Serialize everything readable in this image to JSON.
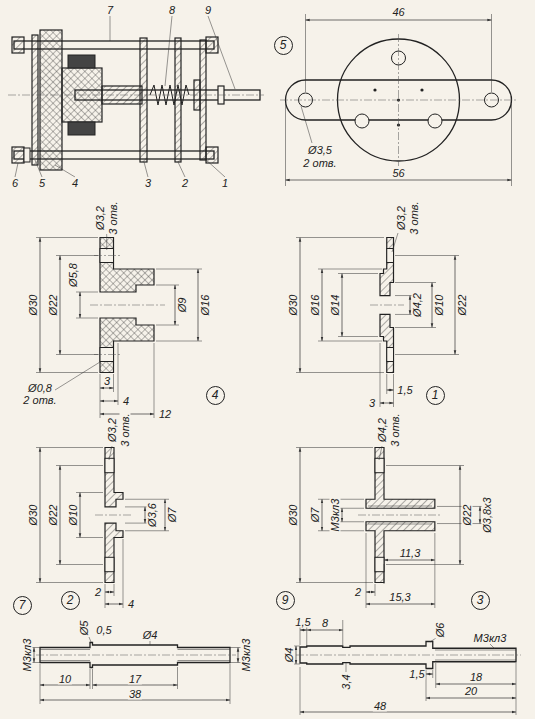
{
  "diagram": {
    "nodes": [
      {
        "text": [
          "5"
        ]
      },
      {
        "text": [
          "4"
        ]
      },
      {
        "text": [
          "1"
        ]
      },
      {
        "text": [
          "2"
        ]
      },
      {
        "text": [
          "3"
        ]
      },
      {
        "text": [
          "7"
        ]
      },
      {
        "text": [
          "9"
        ]
      }
    ],
    "labels": [
      "7",
      "8",
      "9",
      "6",
      "5",
      "4",
      "3",
      "2",
      "1",
      "46",
      "56",
      "Ø3,5",
      "2 отв.",
      "Ø3,2",
      "3 отв.",
      "Ø30",
      "Ø22",
      "Ø5,8",
      "Ø9",
      "Ø16",
      "3",
      "4",
      "12",
      "Ø0,8",
      "2 отв.",
      "Ø3,2",
      "3 отв.",
      "Ø30",
      "Ø16",
      "Ø14",
      "Ø4,2",
      "Ø10",
      "Ø22",
      "1,5",
      "3",
      "Ø3,2",
      "3 отв.",
      "Ø30",
      "Ø22",
      "Ø10",
      "Ø3,6",
      "Ø7",
      "2",
      "4",
      "Ø4,2",
      "3 отв.",
      "Ø30",
      "Ø7",
      "М3кл3",
      "Ø22",
      "Ø3,8х3",
      "11,3",
      "2",
      "15,3",
      "Ø5",
      "М3кл3",
      "0,5",
      "Ø4",
      "10",
      "17",
      "38",
      "М3кл3",
      "1,5",
      "8",
      "Ø4",
      "3,4",
      "Ø6",
      "1,5",
      "18",
      "20",
      "М3кл3",
      "48"
    ]
  }
}
